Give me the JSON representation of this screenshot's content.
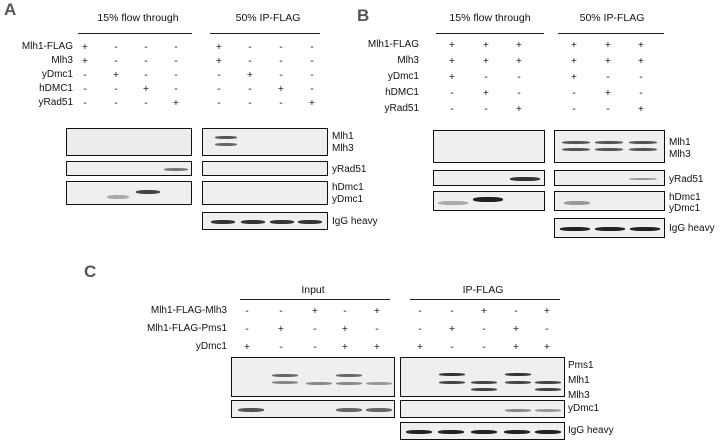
{
  "panel_a": {
    "letter": "A",
    "groups": [
      "15% flow through",
      "50% IP-FLAG"
    ],
    "rows": [
      {
        "label": "Mlh1-FLAG",
        "signs": [
          "+",
          "-",
          "-",
          "-",
          "+",
          "-",
          "-",
          "-"
        ]
      },
      {
        "label": "Mlh3",
        "signs": [
          "+",
          "-",
          "-",
          "-",
          "+",
          "-",
          "-",
          "-"
        ]
      },
      {
        "label": "yDmc1",
        "signs": [
          "-",
          "+",
          "-",
          "-",
          "-",
          "+",
          "-",
          "-"
        ]
      },
      {
        "label": "hDMC1",
        "signs": [
          "-",
          "-",
          "+",
          "-",
          "-",
          "-",
          "+",
          "-"
        ]
      },
      {
        "label": "yRad51",
        "signs": [
          "-",
          "-",
          "-",
          "+",
          "-",
          "-",
          "-",
          "+"
        ]
      }
    ],
    "blot_labels": {
      "mlh1": "Mlh1",
      "mlh3": "Mlh3",
      "yrad51": "yRad51",
      "hdmc1": "hDmc1",
      "ydmc1": "yDmc1",
      "igg": "IgG heavy"
    }
  },
  "panel_b": {
    "letter": "B",
    "groups": [
      "15% flow through",
      "50% IP-FLAG"
    ],
    "rows": [
      {
        "label": "Mlh1-FLAG",
        "signs": [
          "+",
          "+",
          "+",
          "+",
          "+",
          "+"
        ]
      },
      {
        "label": "Mlh3",
        "signs": [
          "+",
          "+",
          "+",
          "+",
          "+",
          "+"
        ]
      },
      {
        "label": "yDmc1",
        "signs": [
          "+",
          "-",
          "-",
          "+",
          "-",
          "-"
        ]
      },
      {
        "label": "hDMC1",
        "signs": [
          "-",
          "+",
          "-",
          "-",
          "+",
          "-"
        ]
      },
      {
        "label": "yRad51",
        "signs": [
          "-",
          "-",
          "+",
          "-",
          "-",
          "+"
        ]
      }
    ],
    "blot_labels": {
      "mlh1": "Mlh1",
      "mlh3": "Mlh3",
      "yrad51": "yRad51",
      "hdmc1": "hDmc1",
      "ydmc1": "yDmc1",
      "igg": "IgG heavy"
    }
  },
  "panel_c": {
    "letter": "C",
    "groups": [
      "Input",
      "IP-FLAG"
    ],
    "rows": [
      {
        "label": "Mlh1-FLAG-Mlh3",
        "signs": [
          "-",
          "-",
          "+",
          "-",
          "+",
          "-",
          "-",
          "+",
          "-",
          "+"
        ]
      },
      {
        "label": "Mlh1-FLAG-Pms1",
        "signs": [
          "-",
          "+",
          "-",
          "+",
          "-",
          "-",
          "+",
          "-",
          "+",
          "-"
        ]
      },
      {
        "label": "yDmc1",
        "signs": [
          "+",
          "-",
          "-",
          "+",
          "+",
          "+",
          "-",
          "-",
          "+",
          "+"
        ]
      }
    ],
    "blot_labels": {
      "pms1": "Pms1",
      "mlh1": "Mlh1",
      "mlh3": "Mlh3",
      "ydmc1": "yDmc1",
      "igg": "IgG heavy"
    }
  }
}
